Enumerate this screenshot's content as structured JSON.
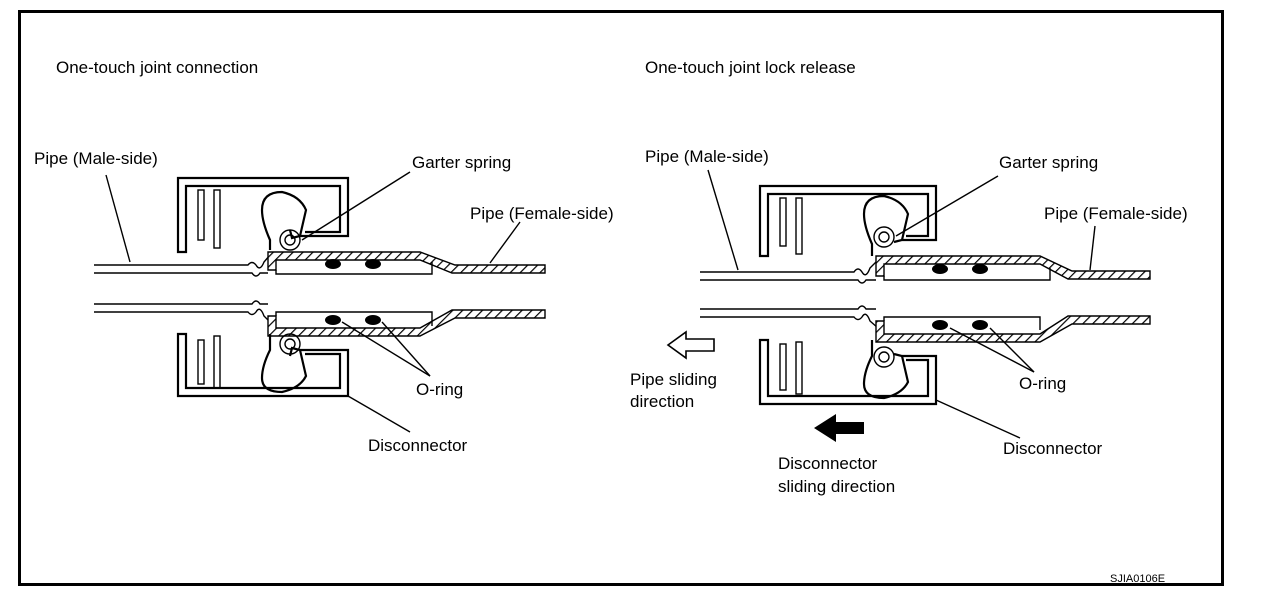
{
  "left_panel": {
    "title": "One-touch joint connection",
    "labels": {
      "pipe_male": "Pipe (Male-side)",
      "garter_spring": "Garter spring",
      "pipe_female": "Pipe (Female-side)",
      "o_ring": "O-ring",
      "disconnector": "Disconnector"
    }
  },
  "right_panel": {
    "title": "One-touch joint lock release",
    "labels": {
      "pipe_male": "Pipe (Male-side)",
      "garter_spring": "Garter spring",
      "pipe_female": "Pipe (Female-side)",
      "o_ring": "O-ring",
      "disconnector": "Disconnector",
      "pipe_sliding_1": "Pipe sliding",
      "pipe_sliding_2": "direction",
      "disc_sliding_1": "Disconnector",
      "disc_sliding_2": "sliding direction"
    }
  },
  "figure_code": "SJIA0106E"
}
